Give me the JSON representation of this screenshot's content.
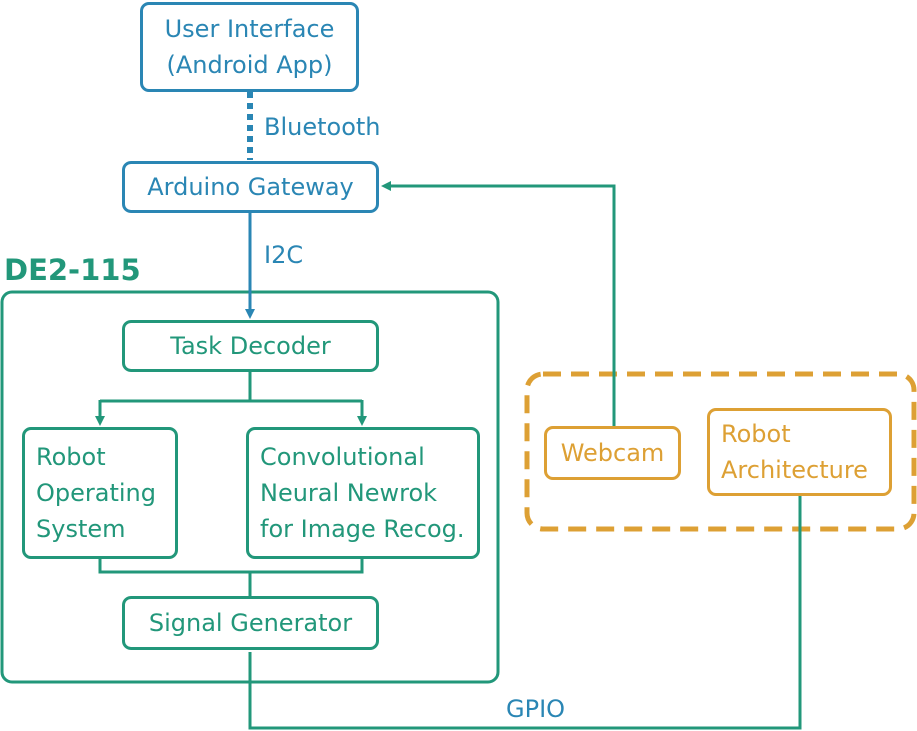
{
  "colors": {
    "blue": "#2a86b4",
    "green": "#22977a",
    "orange": "#dda034"
  },
  "nodes": {
    "user_interface": "User Interface\n(Android App)",
    "arduino_gateway": "Arduino Gateway",
    "task_decoder": "Task Decoder",
    "ros": "Robot\nOperating\nSystem",
    "cnn": "Convolutional\nNeural Newrok\nfor Image Recog.",
    "signal_generator": "Signal Generator",
    "webcam": "Webcam",
    "robot_architecture": "Robot\nArchitecture"
  },
  "groups": {
    "de2": "DE2-115"
  },
  "edges": {
    "bluetooth": "Bluetooth",
    "i2c": "I2C",
    "gpio": "GPIO"
  }
}
